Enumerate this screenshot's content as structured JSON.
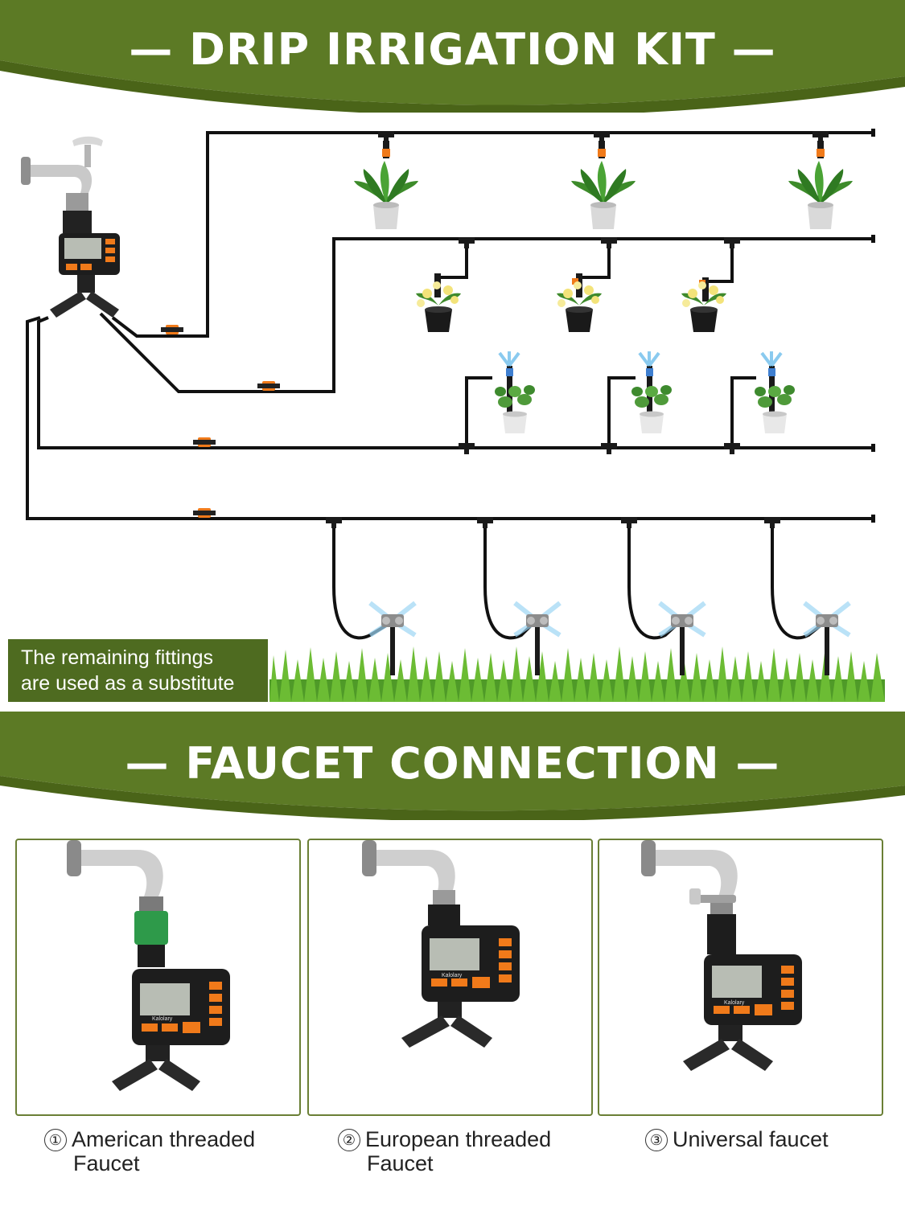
{
  "header": {
    "title": "— DRIP IRRIGATION KIT —"
  },
  "note": {
    "line1": "The remaining fittings",
    "line2": "are used as a substitute"
  },
  "section2": {
    "title": "— FAUCET CONNECTION —"
  },
  "timer_brand": "Kalolary",
  "captions": [
    {
      "number": "①",
      "line1": "American threaded",
      "line2": "Faucet"
    },
    {
      "number": "②",
      "line1": "European threaded",
      "line2": "Faucet"
    },
    {
      "number": "③",
      "line1": "Universal faucet",
      "line2": ""
    }
  ],
  "colors": {
    "banner": "#5c7a25",
    "banner_dark": "#4a6418",
    "tube": "#111111",
    "dripper": "#f07a1a",
    "spray": "#58b4e8",
    "grass": "#5fae2e"
  },
  "icons": [
    "faucet-icon",
    "water-timer-icon",
    "y-splitter-icon",
    "potted-plant-icon",
    "flower-pot-icon",
    "sprinkler-icon",
    "grass-icon"
  ]
}
